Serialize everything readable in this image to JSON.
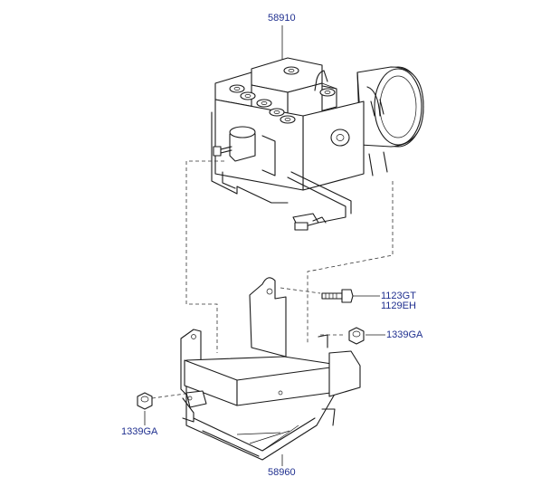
{
  "parts": {
    "hydraulic_unit": "58910",
    "bracket": "58960",
    "bolt_primary": "1123GT",
    "bolt_alternate": "1129EH",
    "nut_right": "1339GA",
    "nut_left": "1339GA"
  }
}
